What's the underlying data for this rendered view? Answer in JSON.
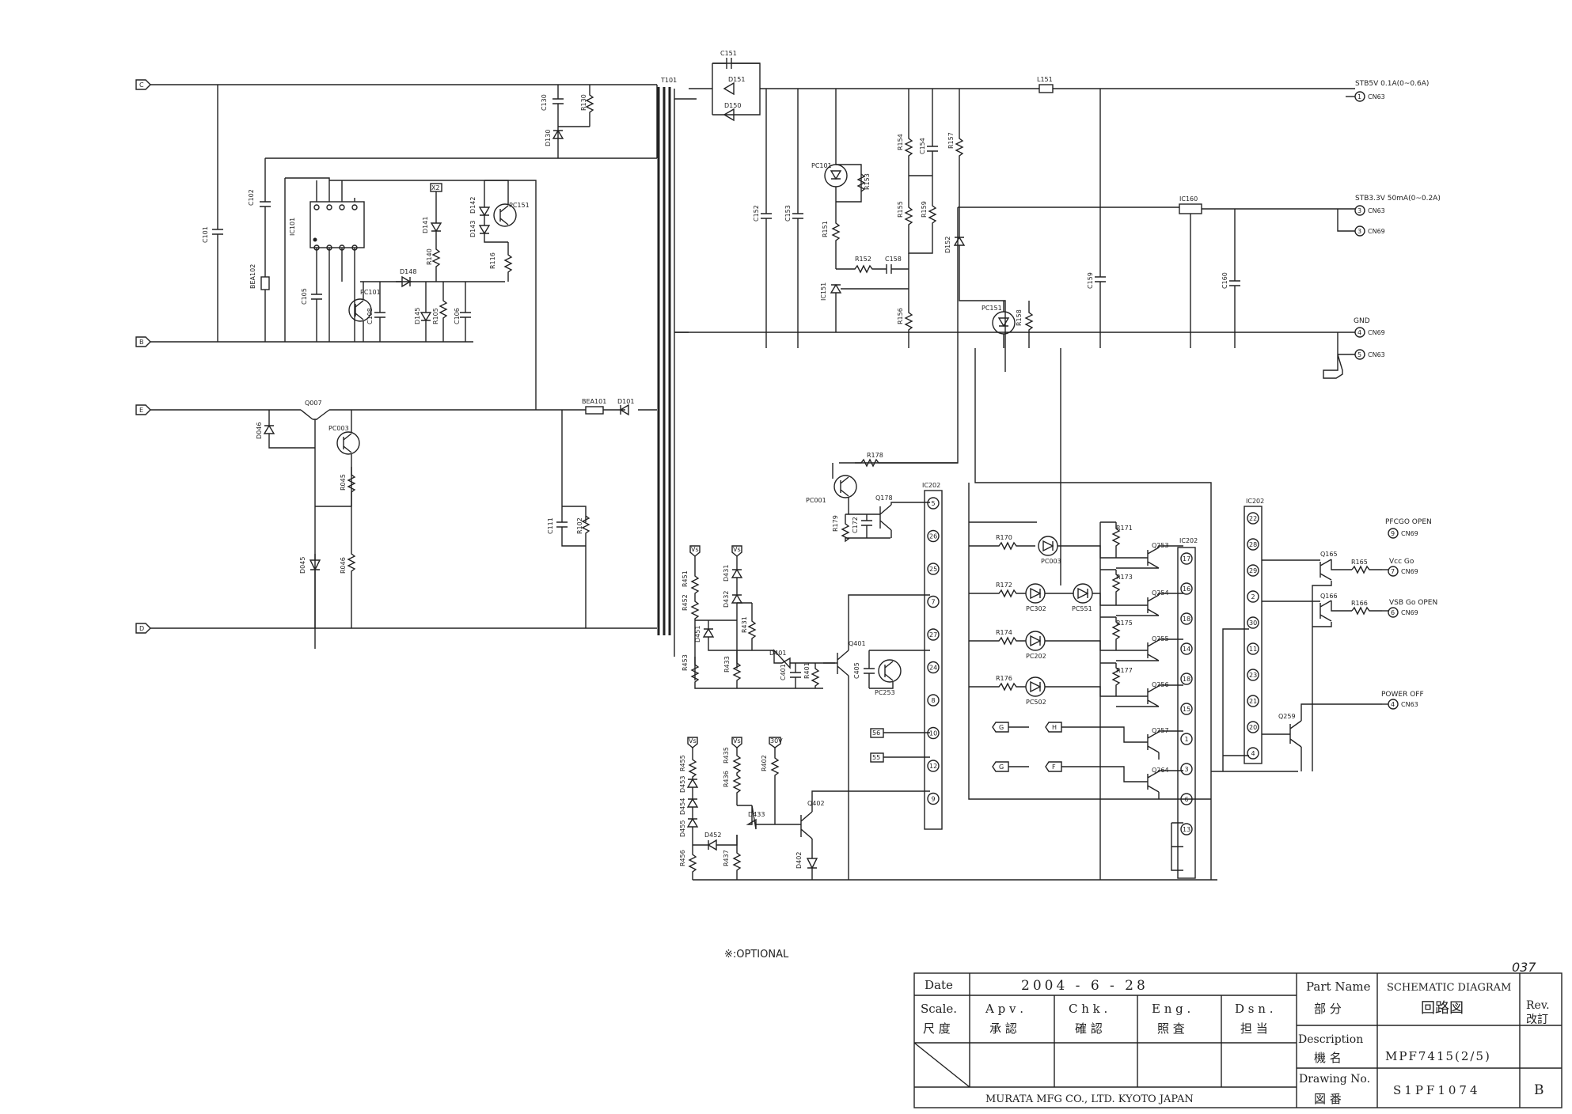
{
  "optional_note": "※:OPTIONAL",
  "page_mark": "037",
  "nodes": {
    "C": "C",
    "B": "B",
    "E": "E",
    "D": "D",
    "X2": "X2",
    "V": "Vs",
    "V30": "30V",
    "G1": "G",
    "H": "H",
    "G2": "G",
    "F": "F",
    "n56": "56",
    "n55": "55"
  },
  "outputs": [
    {
      "label": "STB5V 0.1A(0~0.6A)",
      "pin": "1",
      "conn": "CN63"
    },
    {
      "label": "STB3.3V 50mA(0~0.2A)",
      "pin": "3",
      "conn": "CN63"
    },
    {
      "label": "",
      "pin": "3",
      "conn": "CN69"
    },
    {
      "label": "GND",
      "pin": "4",
      "conn": "CN69"
    },
    {
      "label": "",
      "pin": "5",
      "conn": "CN63"
    },
    {
      "label": "PFCGO OPEN",
      "pin": "9",
      "conn": "CN69"
    },
    {
      "label": "Vcc Go",
      "pin": "7",
      "conn": "CN69"
    },
    {
      "label": "VSB Go OPEN",
      "pin": "6",
      "conn": "CN69"
    },
    {
      "label": "POWER OFF",
      "pin": "4",
      "conn": "CN63"
    }
  ],
  "components": {
    "T101": "T101",
    "C151": "C151",
    "D151": "D151",
    "D150": "D150",
    "L151": "L151",
    "C130": "C130",
    "R130": "R130",
    "D130": "D130",
    "C101": "C101",
    "C102": "C102",
    "BEA102": "BEA102",
    "IC101": "IC101",
    "C105": "C105",
    "PC101": "PC101",
    "C108": "C108",
    "D148": "D148",
    "D141": "D141",
    "R140": "R140",
    "D145": "D145",
    "R105": "R105",
    "C106": "C106",
    "D142": "D142",
    "D143": "D143",
    "PC151": "PC151",
    "R116": "R116",
    "Q007": "Q007",
    "D046": "D046",
    "PC003": "PC003",
    "R045": "R045",
    "D045": "D045",
    "R046": "R046",
    "BEA101": "BEA101",
    "D101": "D101",
    "C111": "C111",
    "R102": "R102",
    "C152": "C152",
    "C153": "C153",
    "PC101b": "PC101",
    "R153": "R153",
    "R151": "R151",
    "R152": "R152",
    "C158": "C158",
    "IC151": "IC151",
    "R154": "R154",
    "C154": "C154",
    "R155": "R155",
    "R159": "R159",
    "R156": "R156",
    "R157": "R157",
    "D152": "D152",
    "PC151b": "PC151",
    "R158": "R158",
    "C159": "C159",
    "IC160": "IC160",
    "C160": "C160",
    "R178": "R178",
    "PC001": "PC001",
    "Q178": "Q178",
    "R179": "R179",
    "C172": "C172",
    "IC202a": "IC202",
    "IC202b": "IC202",
    "IC202c": "IC202",
    "R451": "R451",
    "R452": "R452",
    "D431": "D431",
    "D432": "D432",
    "D451": "D451",
    "R431": "R431",
    "R453": "R453",
    "R433": "R433",
    "D401": "D401",
    "C401": "C401",
    "R401": "R401",
    "Q401": "Q401",
    "C405": "C405",
    "PC253": "PC253",
    "D455": "D455",
    "D454": "D454",
    "D453": "D453",
    "R455": "R455",
    "R435": "R435",
    "R436": "R436",
    "R402": "R402",
    "D452": "D452",
    "D433": "D433",
    "Q402": "Q402",
    "R456": "R456",
    "R437": "R437",
    "D402": "D402",
    "R170": "R170",
    "R171": "R171",
    "PC003b": "PC003",
    "Q253": "Q253",
    "R172": "R172",
    "R173": "R173",
    "PC302": "PC302",
    "PC551": "PC551",
    "Q254": "Q254",
    "R174": "R174",
    "R175": "R175",
    "PC202": "PC202",
    "Q255": "Q255",
    "R176": "R176",
    "R177": "R177",
    "PC502": "PC502",
    "Q256": "Q256",
    "Q257": "Q257",
    "Q264": "Q264",
    "Q165": "Q165",
    "R165": "R165",
    "Q166": "Q166",
    "R166": "R166",
    "Q259": "Q259"
  },
  "ic202_left_pins": [
    "5",
    "26",
    "25",
    "7",
    "27",
    "24",
    "8",
    "10",
    "12",
    "9"
  ],
  "ic202_mid_pins": [
    "17",
    "16",
    "18",
    "14",
    "18",
    "15",
    "1",
    "3",
    "6",
    "13"
  ],
  "ic202_right_pins": [
    "22",
    "28",
    "29",
    "2",
    "30",
    "11",
    "23",
    "21",
    "20",
    "4"
  ],
  "title_block": {
    "date_label": "Date",
    "date_value": "2004  -  6  -  28",
    "scale_label": "Scale.",
    "scale_jp": "尺 度",
    "apv": "A p v .",
    "apv_jp": "承 認",
    "chk": "C h k .",
    "chk_jp": "確 認",
    "eng": "E n g .",
    "eng_jp": "照 査",
    "dsn": "D s n .",
    "dsn_jp": "担 当",
    "company": "MURATA MFG CO., LTD. KYOTO JAPAN",
    "part_name_label": "Part Name",
    "part_name_jp": "部 分",
    "part_name": "SCHEMATIC DIAGRAM",
    "part_name_value_jp": "回路図",
    "description_label": "Description",
    "description_jp": "機 名",
    "description": "MPF7415(2/5)",
    "drawing_label": "Drawing No.",
    "drawing_jp": "図 番",
    "drawing_no": "S1PF1074",
    "rev_label": "Rev.",
    "rev_jp": "改訂",
    "rev": "B"
  }
}
